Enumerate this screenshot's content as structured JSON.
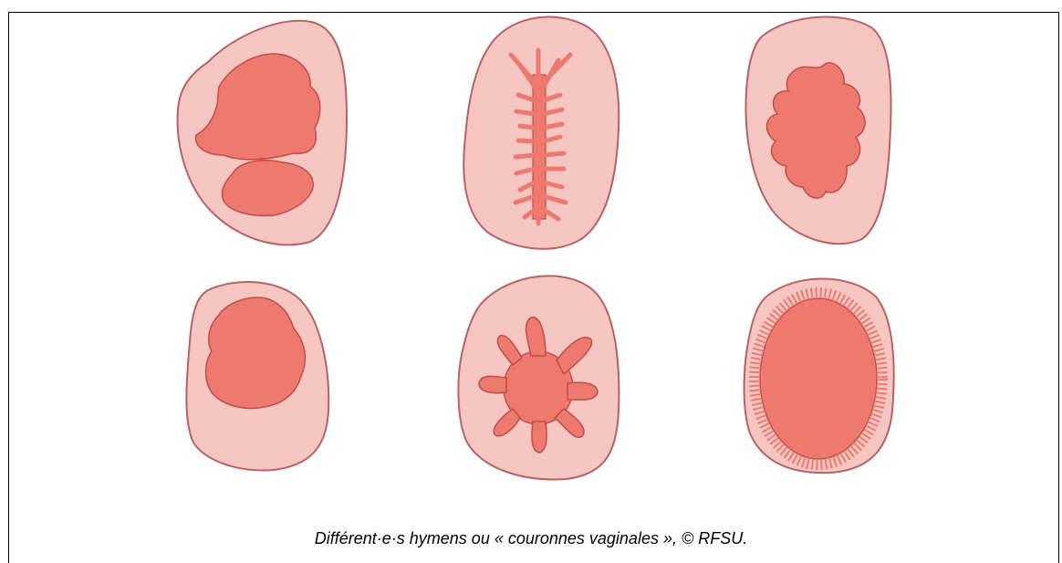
{
  "figure": {
    "caption": "Différent·e·s hymens ou « couronnes vaginales », © RFSU.",
    "items": [
      {
        "name": "hymen-irregular-lobes"
      },
      {
        "name": "hymen-septate-fringed"
      },
      {
        "name": "hymen-wavy"
      },
      {
        "name": "hymen-crescent"
      },
      {
        "name": "hymen-petal"
      },
      {
        "name": "hymen-fimbriated"
      }
    ],
    "colors": {
      "outer_fill": "#f6c6c3",
      "outer_stroke": "#b86262",
      "inner_fill": "#ee7a6f",
      "inner_stroke": "#c24d46"
    }
  }
}
